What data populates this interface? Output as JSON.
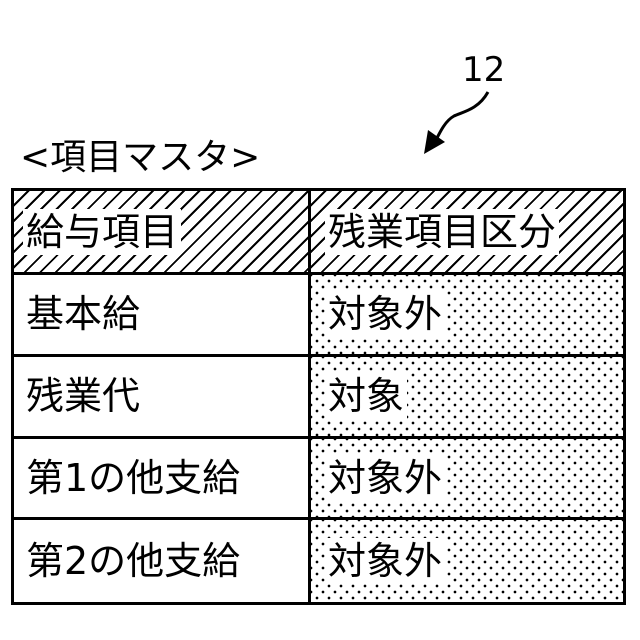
{
  "figure": {
    "reference_numeral": "12",
    "table_title": "<項目マスタ>"
  },
  "table": {
    "headers": [
      "給与項目",
      "残業項目区分"
    ],
    "rows": [
      [
        "基本給",
        "対象外"
      ],
      [
        "残業代",
        "対象"
      ],
      [
        "第1の他支給",
        "対象外"
      ],
      [
        "第2の他支給",
        "対象外"
      ]
    ]
  }
}
